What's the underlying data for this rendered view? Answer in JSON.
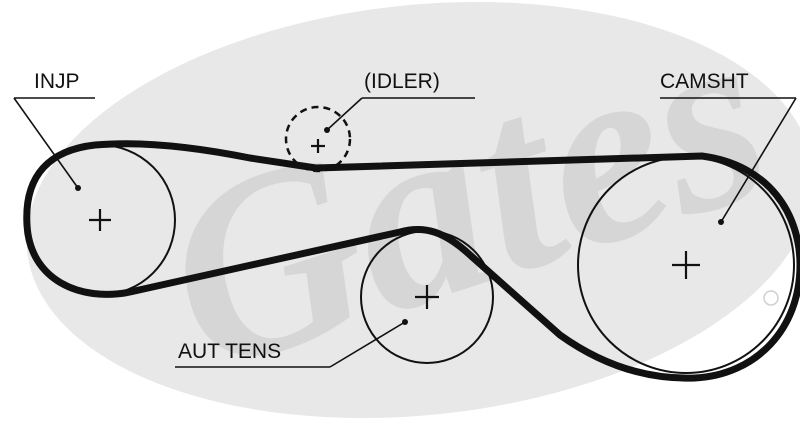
{
  "watermark": {
    "brand": "Gates",
    "color": "#e6e6e6"
  },
  "labels": {
    "injp": "INJP",
    "idler": "(IDLER)",
    "camsht": "CAMSHT",
    "aut_tens": "AUT TENS"
  },
  "colors": {
    "ink": "#111111",
    "background": "#ffffff"
  }
}
